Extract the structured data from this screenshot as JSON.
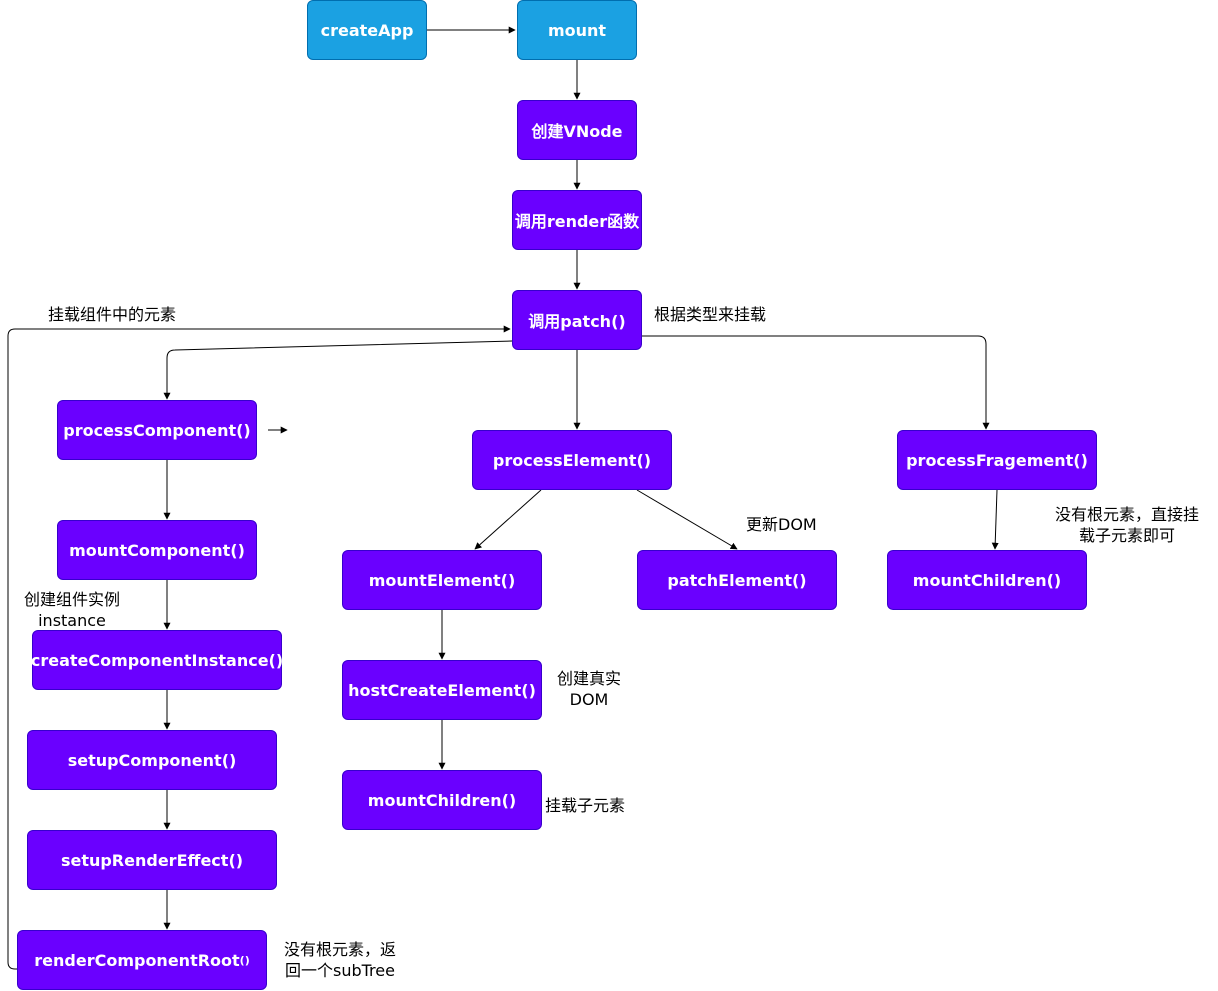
{
  "nodes": {
    "createApp": "createApp",
    "mount": "mount",
    "createVNode": "创建VNode",
    "callRender": "调用render函数",
    "callPatch": "调用patch()",
    "processComponent": "processComponent()",
    "processElement": "processElement()",
    "processFragement": "processFragement()",
    "mountComponent": "mountComponent()",
    "createComponentInstance": "createComponentInstance()",
    "setupComponent": "setupComponent()",
    "setupRenderEffect": "setupRenderEffect()",
    "renderComponentRoot": "renderComponentRoot",
    "renderComponentRootSuffix": "()",
    "mountElement": "mountElement()",
    "patchElement": "patchElement()",
    "hostCreateElement": "hostCreateElement()",
    "mountChildrenElement": "mountChildren()",
    "mountChildrenFragment": "mountChildren()"
  },
  "notes": {
    "mountComponentElements": "挂载组件中的元素",
    "mountByType": "根据类型来挂载",
    "createInstanceLine1": "创建组件实例",
    "createInstanceLine2": "instance",
    "updateDom": "更新DOM",
    "noRootFragmentLine1": "没有根元素，直接挂",
    "noRootFragmentLine2": "载子元素即可",
    "createRealDomLine1": "创建真实",
    "createRealDomLine2": "DOM",
    "mountChildElements": "挂载子元素",
    "noRootSubTreeLine1": "没有根元素，返",
    "noRootSubTreeLine2": "回一个subTree"
  },
  "colors": {
    "entryNode": "#1ba1e2",
    "stepNode": "#6a00ff",
    "connector": "#000000"
  }
}
